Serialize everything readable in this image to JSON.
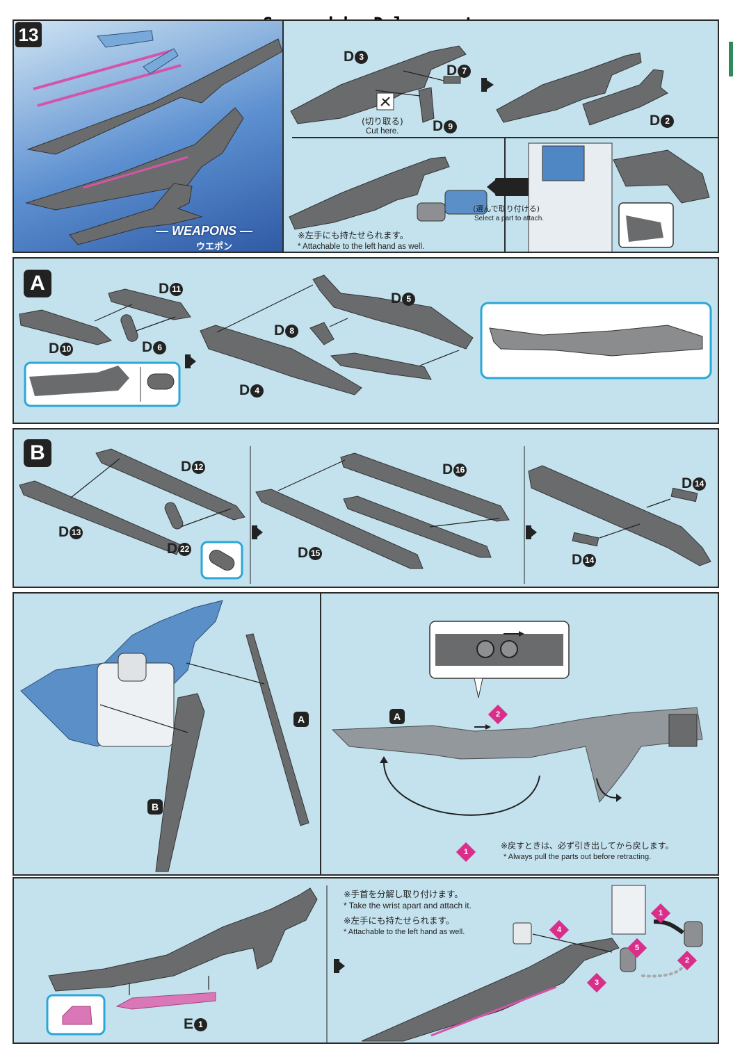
{
  "header": {
    "scan_credit": "Scanned by Dalong.net",
    "step_number": "13"
  },
  "step13": {
    "weapons_title": "— WEAPONS —",
    "weapons_subtitle": "ウエポン",
    "d3": "D3",
    "d7": "D7",
    "d9": "D9",
    "d2": "D2",
    "cut_here_jp": "(切り取る)",
    "cut_here_en": "Cut here.",
    "select_jp": "(選んで取り付ける)",
    "select_en": "Select a part to attach.",
    "left_hand_jp": "※左手にも持たせられます。",
    "left_hand_en": "* Attachable to the left hand as well."
  },
  "stepA": {
    "badge": "A",
    "parts": [
      "D11",
      "D10",
      "D6",
      "D8",
      "D5",
      "D4"
    ]
  },
  "stepB": {
    "badge": "B",
    "parts": [
      "D12",
      "D13",
      "D22",
      "D16",
      "D15",
      "D14",
      "D14"
    ]
  },
  "assembly": {
    "label_a": "A",
    "label_b": "B",
    "arrow_1": "1",
    "arrow_2": "2",
    "retract_jp": "※戻すときは、必ず引き出してから戻します。",
    "retract_en": "* Always pull the parts out before retracting."
  },
  "final": {
    "e1": "E1",
    "wrist_jp": "※手首を分解し取り付けます。",
    "wrist_en": "* Take the wrist apart and attach it.",
    "left_hand_jp": "※左手にも持たせられます。",
    "left_hand_en": "* Attachable to the left hand as well.",
    "order": [
      "1",
      "2",
      "3",
      "4",
      "5"
    ]
  },
  "colors": {
    "panel_bg": "#c3e2ee",
    "part_gray": "#6a6b6d",
    "accent_pink": "#d92f8b",
    "border": "#2b2b2b",
    "highlight_blue": "#2aa7d6"
  }
}
